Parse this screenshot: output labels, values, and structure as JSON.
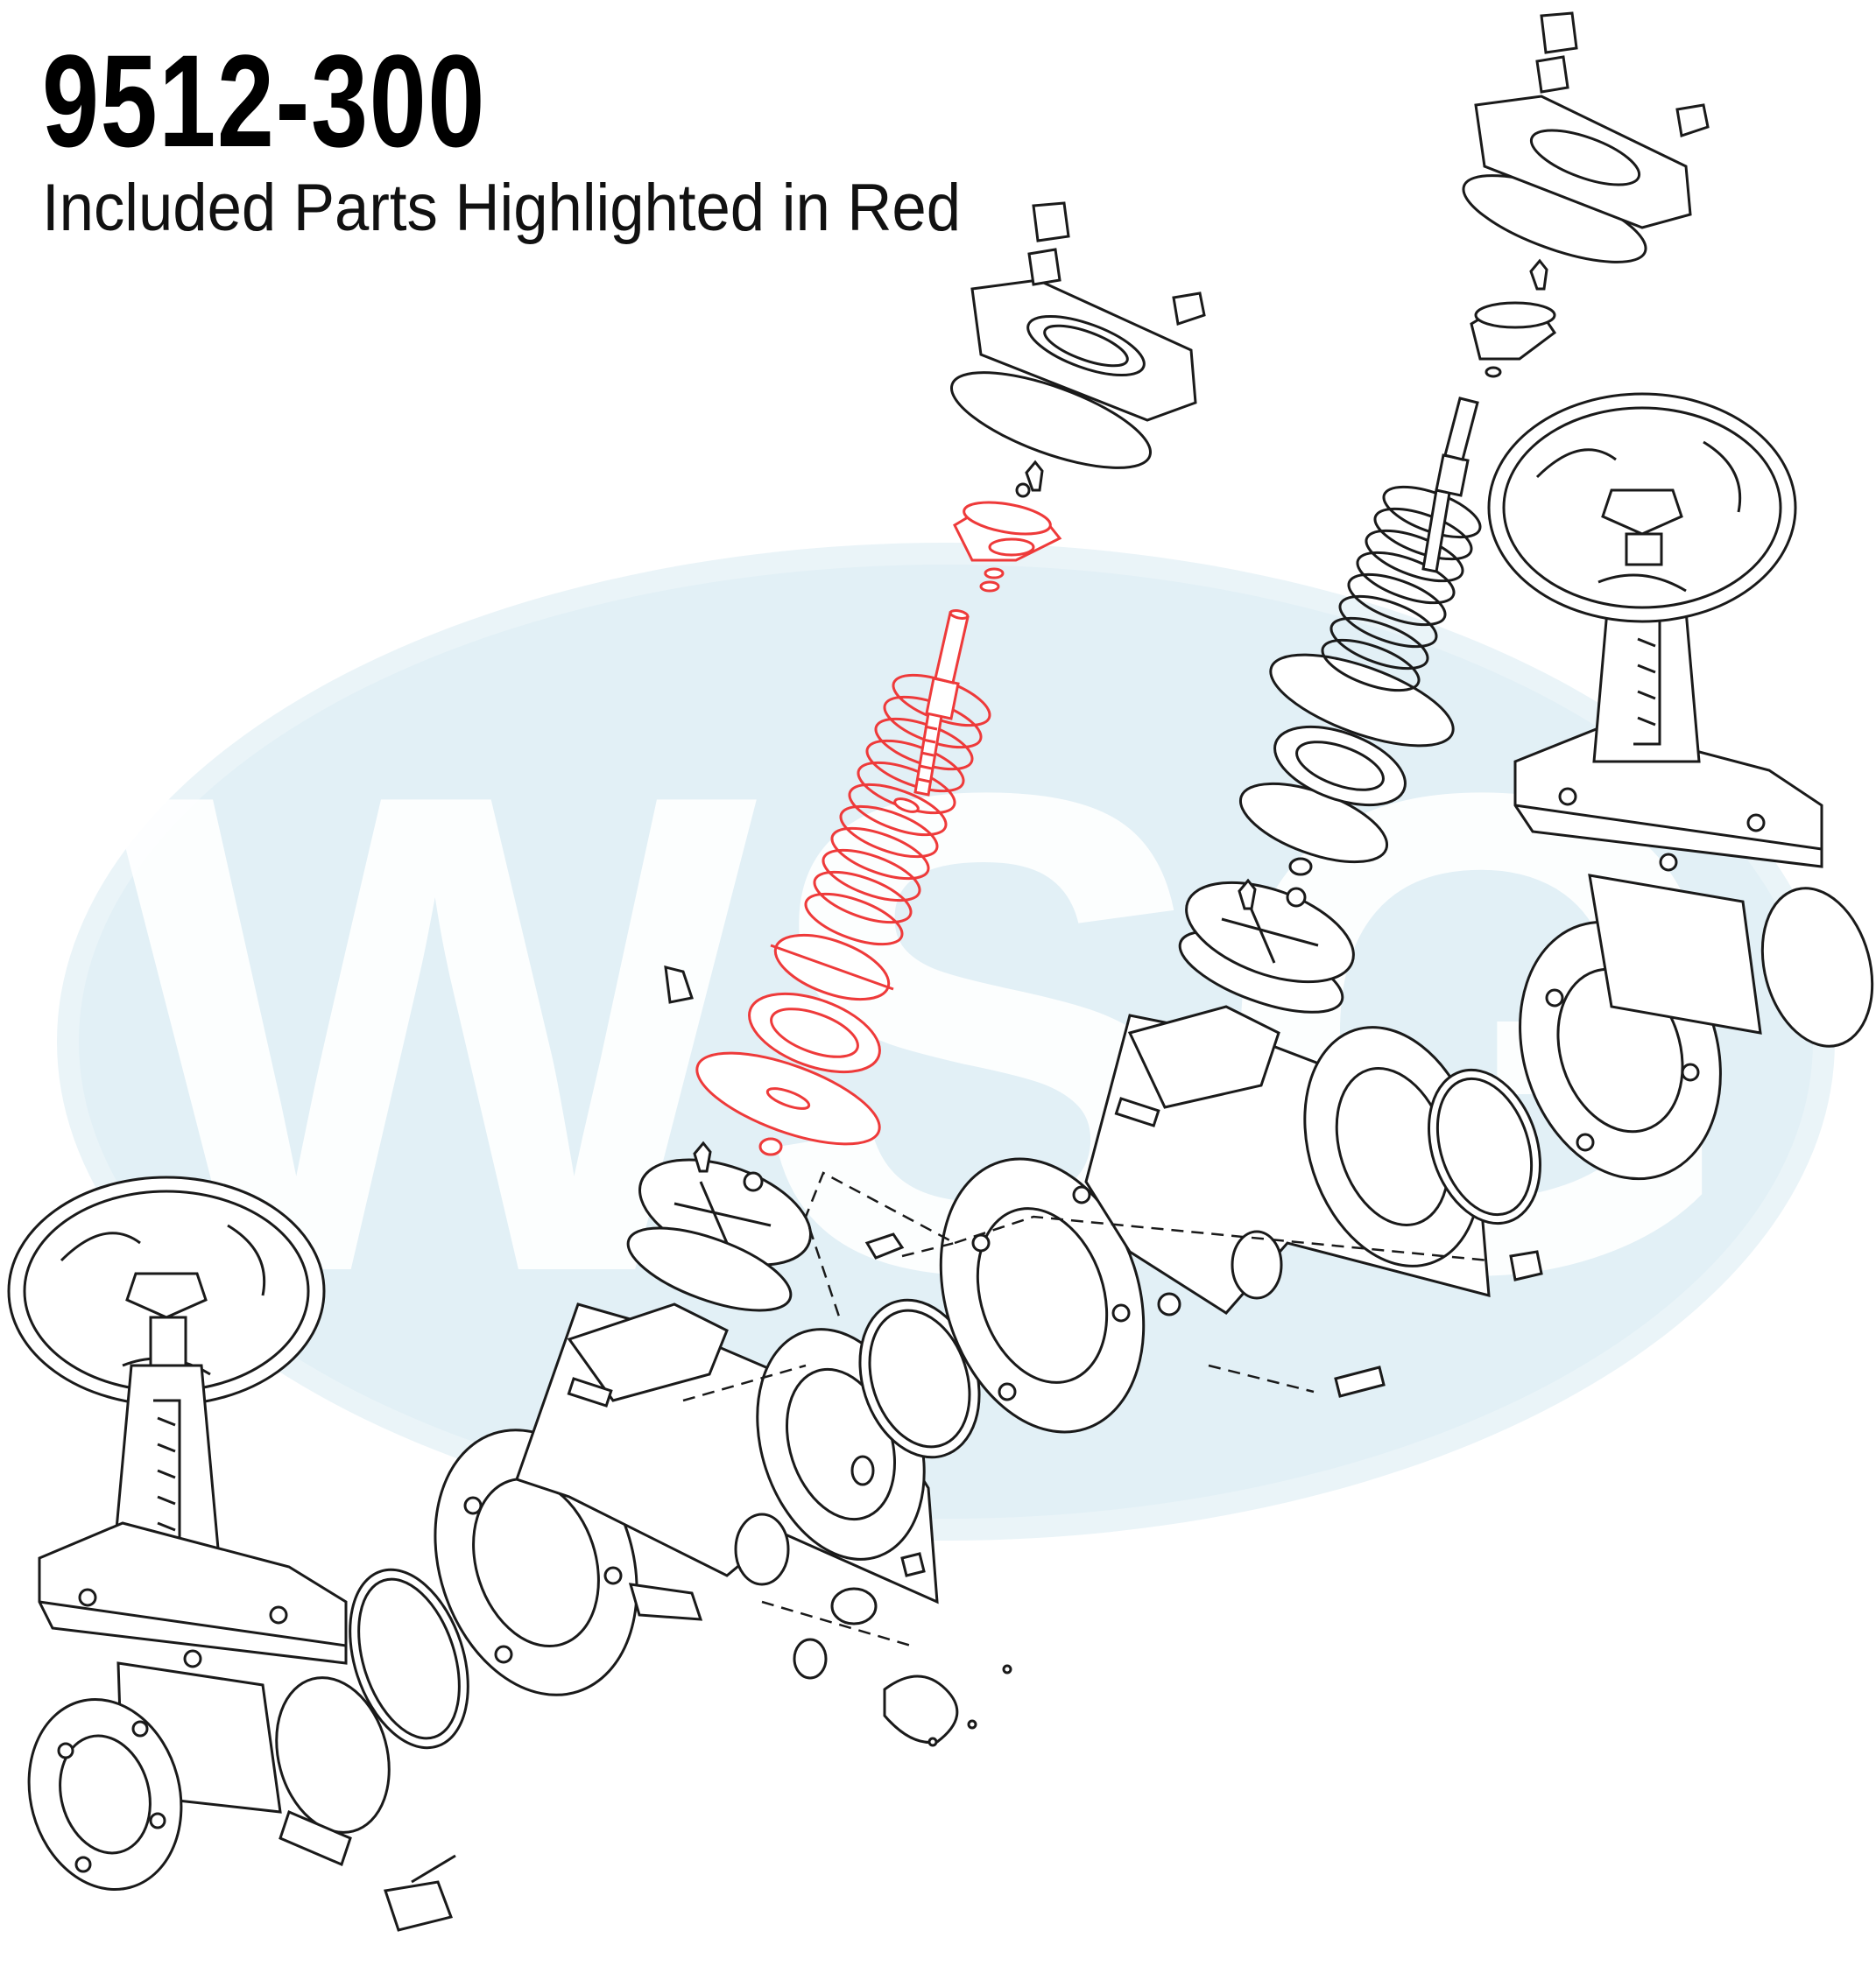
{
  "header": {
    "part_number": "9512-300",
    "subtitle": "Included Parts Highlighted in Red"
  },
  "watermark": {
    "text": "WSG",
    "color": "#d9ecf4"
  },
  "colors": {
    "highlight": "#ee3a3a",
    "line": "#1a1a1a",
    "background": "#ffffff"
  },
  "legend": {
    "highlighted_parts_color": "red"
  }
}
